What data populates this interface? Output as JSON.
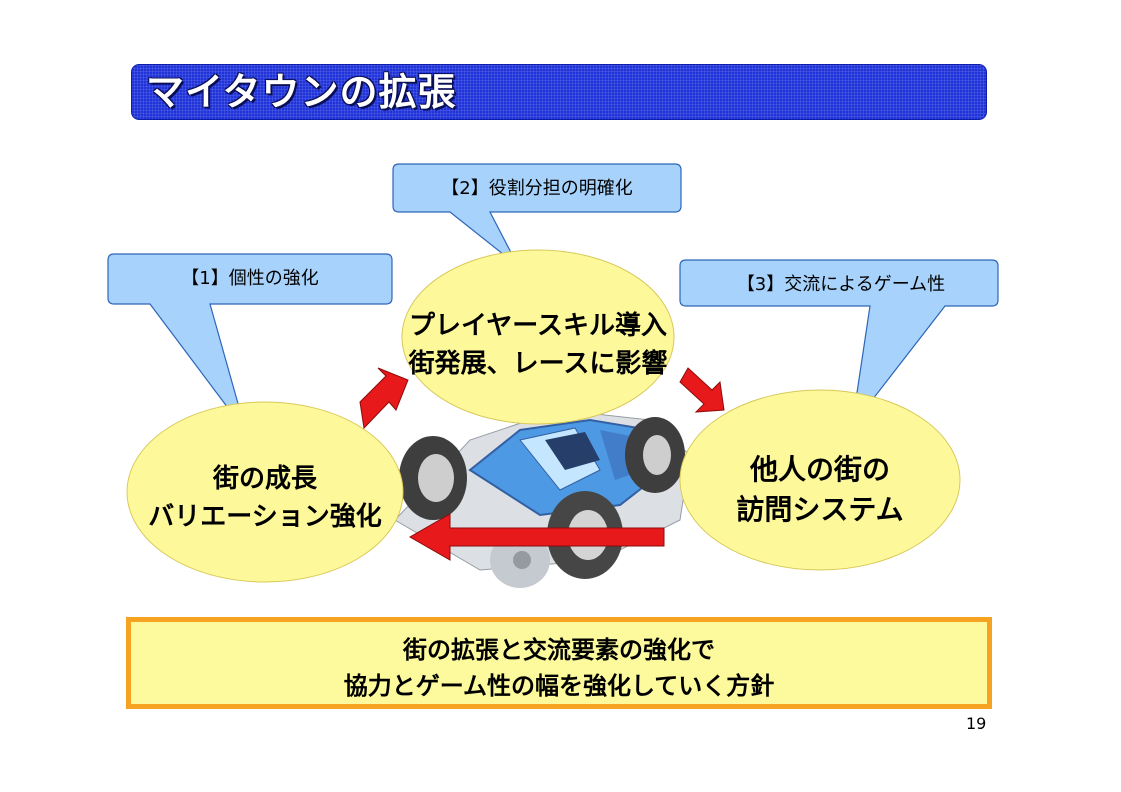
{
  "title": "マイタウンの拡張",
  "callouts": [
    {
      "label": "【1】個性の強化"
    },
    {
      "label": "【2】役割分担の明確化"
    },
    {
      "label": "【3】交流によるゲーム性"
    }
  ],
  "ellipses": {
    "left": {
      "line1": "街の成長",
      "line2": "バリエーション強化"
    },
    "center": {
      "line1": "プレイヤースキル導入",
      "line2": "街発展、レースに影響"
    },
    "right": {
      "line1": "他人の街の",
      "line2": "訪問システム"
    }
  },
  "conclusion": {
    "line1": "街の拡張と交流要素の強化で",
    "line2": "協力とゲーム性の幅を強化していく方針"
  },
  "page_number": "19",
  "colors": {
    "title_bar": "#1f33d9",
    "callout_fill": "#a6d2fb",
    "ellipse_fill": "#fdf99a",
    "arrow": "#e8191b",
    "conclusion_border": "#f5a321",
    "conclusion_fill": "#fcfa9c"
  }
}
